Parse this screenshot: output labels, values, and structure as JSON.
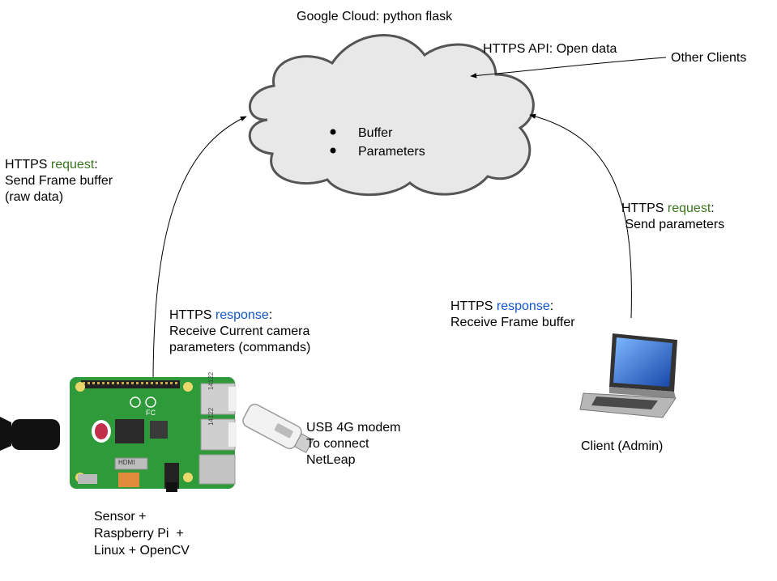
{
  "cloud": {
    "title": "Google Cloud: python flask",
    "items": [
      "Buffer",
      "Parameters"
    ],
    "api_label": "HTTPS API: Open data"
  },
  "other_clients": {
    "label": "Other Clients"
  },
  "device": {
    "request": {
      "prefix": "HTTPS ",
      "word": "request",
      "suffix": ":",
      "line2": "Send Frame buffer",
      "line3": "(raw data)"
    },
    "response": {
      "prefix": "HTTPS ",
      "word": "response",
      "suffix": ":",
      "line2": "Receive Current camera",
      "line3": "parameters (commands)"
    },
    "caption": [
      "Sensor +",
      "Raspberry Pi  +",
      "Linux + OpenCV"
    ],
    "board_text": {
      "hdmi": "HDMI",
      "fc": "FC",
      "port_num": "14122"
    }
  },
  "modem": {
    "lines": [
      "USB 4G modem",
      "To connect",
      "NetLeap"
    ]
  },
  "client": {
    "request": {
      "prefix": "HTTPS ",
      "word": "request",
      "suffix": ":",
      "line2": " Send parameters"
    },
    "response": {
      "prefix": "HTTPS ",
      "word": "response",
      "suffix": ":",
      "line2": "Receive Frame buffer"
    },
    "caption": "Client (Admin)"
  },
  "colors": {
    "request_word": "#38761d",
    "response_word": "#1155cc",
    "board_green": "#2f9a3a",
    "cloud_fill": "#e8e8e8"
  }
}
